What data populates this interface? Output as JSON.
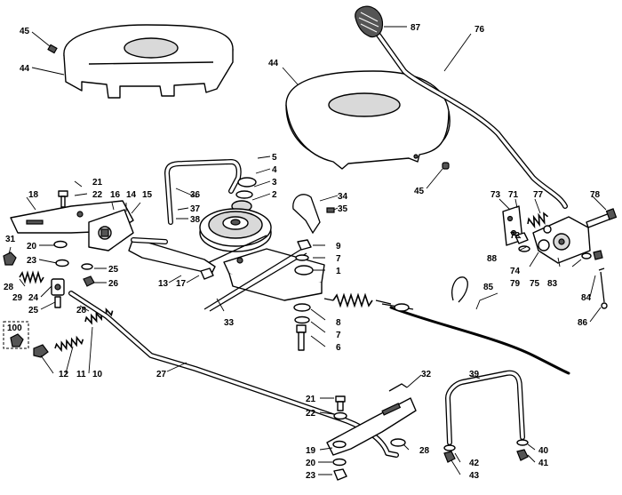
{
  "labels": [
    {
      "id": "45a",
      "text": "45"
    },
    {
      "id": "44a",
      "text": "44"
    },
    {
      "id": "87",
      "text": "87"
    },
    {
      "id": "76",
      "text": "76"
    },
    {
      "id": "44b",
      "text": "44"
    },
    {
      "id": "45b",
      "text": "45"
    },
    {
      "id": "5",
      "text": "5"
    },
    {
      "id": "4",
      "text": "4"
    },
    {
      "id": "3",
      "text": "3"
    },
    {
      "id": "2",
      "text": "2"
    },
    {
      "id": "36",
      "text": "36"
    },
    {
      "id": "37",
      "text": "37"
    },
    {
      "id": "38",
      "text": "38"
    },
    {
      "id": "34",
      "text": "34"
    },
    {
      "id": "35",
      "text": "35"
    },
    {
      "id": "21a",
      "text": "21"
    },
    {
      "id": "22a",
      "text": "22"
    },
    {
      "id": "18",
      "text": "18"
    },
    {
      "id": "16",
      "text": "16"
    },
    {
      "id": "14",
      "text": "14"
    },
    {
      "id": "15",
      "text": "15"
    },
    {
      "id": "31",
      "text": "31"
    },
    {
      "id": "20a",
      "text": "20"
    },
    {
      "id": "23a",
      "text": "23"
    },
    {
      "id": "25a",
      "text": "25"
    },
    {
      "id": "26",
      "text": "26"
    },
    {
      "id": "28a",
      "text": "28"
    },
    {
      "id": "29",
      "text": "29"
    },
    {
      "id": "24",
      "text": "24"
    },
    {
      "id": "25b",
      "text": "25"
    },
    {
      "id": "28b",
      "text": "28"
    },
    {
      "id": "13",
      "text": "13"
    },
    {
      "id": "17",
      "text": "17"
    },
    {
      "id": "33",
      "text": "33"
    },
    {
      "id": "9",
      "text": "9"
    },
    {
      "id": "7a",
      "text": "7"
    },
    {
      "id": "1",
      "text": "1"
    },
    {
      "id": "8",
      "text": "8"
    },
    {
      "id": "7b",
      "text": "7"
    },
    {
      "id": "6",
      "text": "6"
    },
    {
      "id": "100",
      "text": "100"
    },
    {
      "id": "12",
      "text": "12"
    },
    {
      "id": "11",
      "text": "11"
    },
    {
      "id": "10",
      "text": "10"
    },
    {
      "id": "27",
      "text": "27"
    },
    {
      "id": "32",
      "text": "32"
    },
    {
      "id": "21b",
      "text": "21"
    },
    {
      "id": "22b",
      "text": "22"
    },
    {
      "id": "19",
      "text": "19"
    },
    {
      "id": "20b",
      "text": "20"
    },
    {
      "id": "23b",
      "text": "23"
    },
    {
      "id": "28c",
      "text": "28"
    },
    {
      "id": "39",
      "text": "39"
    },
    {
      "id": "42",
      "text": "42"
    },
    {
      "id": "43",
      "text": "43"
    },
    {
      "id": "40",
      "text": "40"
    },
    {
      "id": "41",
      "text": "41"
    },
    {
      "id": "85",
      "text": "85"
    },
    {
      "id": "73",
      "text": "73"
    },
    {
      "id": "71",
      "text": "71"
    },
    {
      "id": "77",
      "text": "77"
    },
    {
      "id": "78",
      "text": "78"
    },
    {
      "id": "88",
      "text": "88"
    },
    {
      "id": "72",
      "text": "72"
    },
    {
      "id": "74",
      "text": "74"
    },
    {
      "id": "79",
      "text": "79"
    },
    {
      "id": "75",
      "text": "75"
    },
    {
      "id": "83",
      "text": "83"
    },
    {
      "id": "84",
      "text": "84"
    },
    {
      "id": "86",
      "text": "86"
    }
  ]
}
